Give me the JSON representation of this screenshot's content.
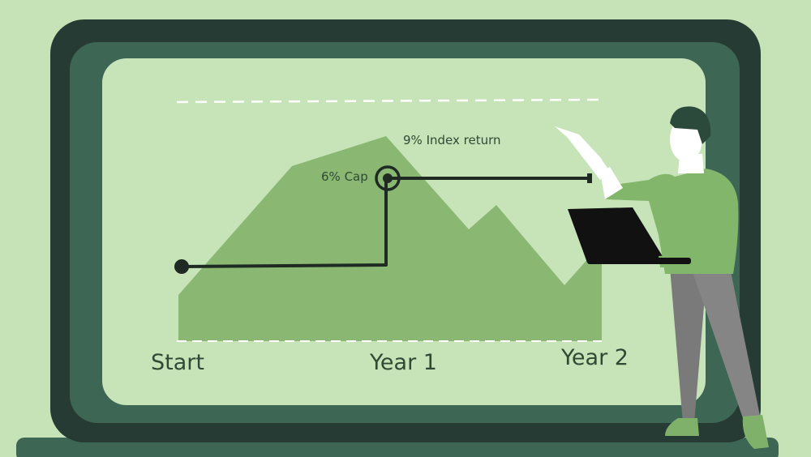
{
  "colors": {
    "background": "#c5e3b6",
    "bezel_outer": "#263b33",
    "bezel_inner": "#3e6655",
    "screen": "#c7e4b9",
    "mountain": "#8ab872",
    "line": "#1f2a23",
    "shirt": "#82b66a",
    "pants": "#858585",
    "hair": "#2c4a3c"
  },
  "labels": {
    "cap": "6% Cap",
    "index_return": "9% Index return",
    "start": "Start",
    "year1": "Year 1",
    "year2": "Year 2"
  },
  "icons": {
    "target": "target-circle-icon",
    "laptop": "laptop-icon"
  }
}
